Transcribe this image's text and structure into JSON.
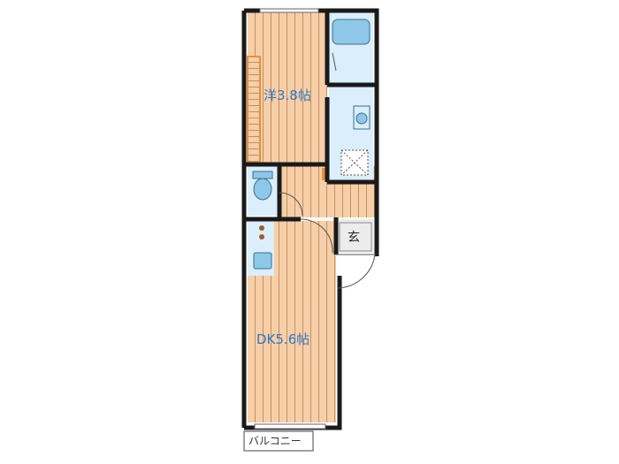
{
  "plan": {
    "bedroom_label": "洋3.8帖",
    "dk_label": "DK5.6帖",
    "entrance_label": "玄",
    "balcony_label": "バルコニー"
  },
  "colors": {
    "floor": "#f6cfa8",
    "floor_line": "#c88e62",
    "wall": "#1a1a1a",
    "wet_area": "#dbeefc",
    "fixture": "#8ec7e8",
    "label_blue": "#2f78c4",
    "accent_orange": "#e8903a"
  }
}
